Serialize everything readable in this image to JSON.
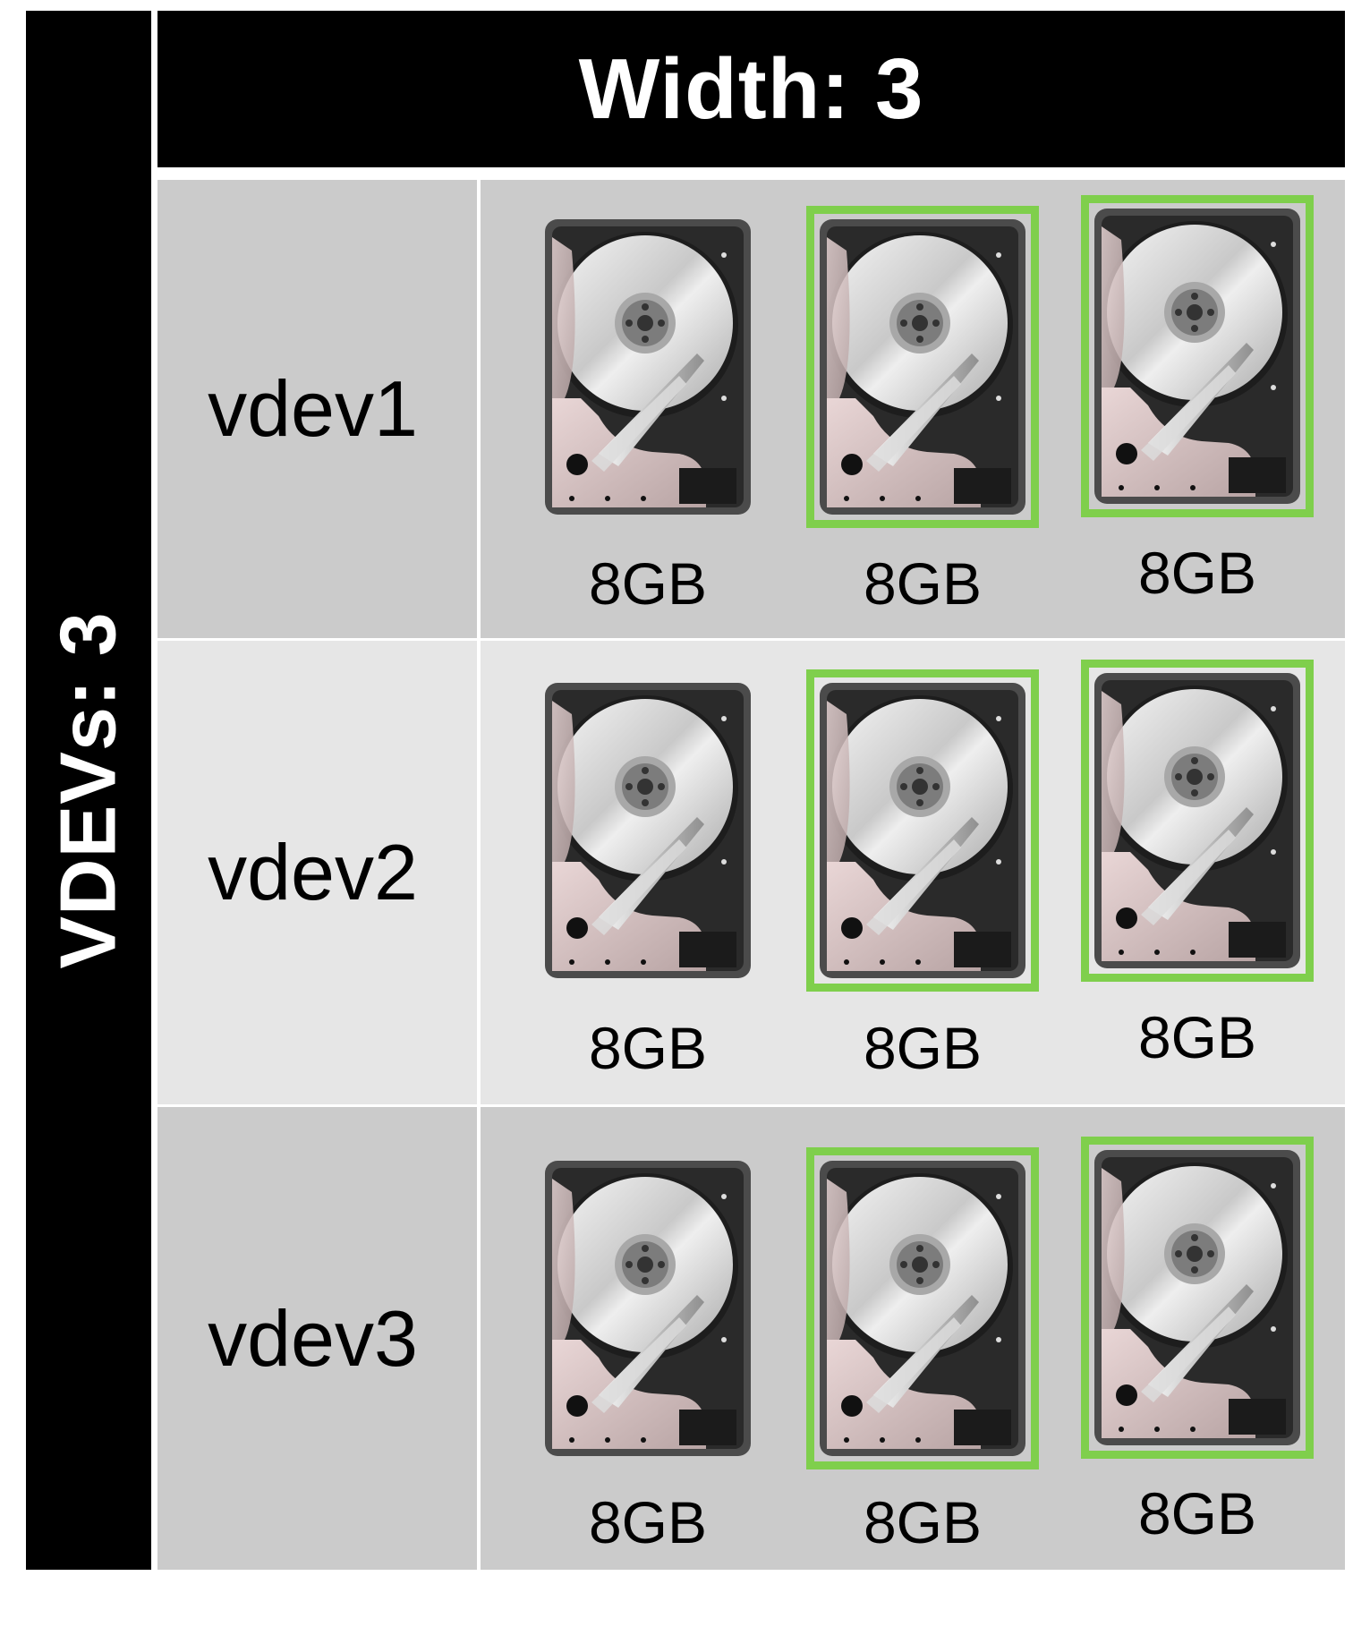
{
  "header": {
    "width_label": "Width: 3"
  },
  "side": {
    "vdevs_label": "VDEVs: 3"
  },
  "rows": [
    {
      "label": "vdev1",
      "disks": [
        {
          "size": "8GB",
          "highlighted": false
        },
        {
          "size": "8GB",
          "highlighted": true
        },
        {
          "size": "8GB",
          "highlighted": true
        }
      ]
    },
    {
      "label": "vdev2",
      "disks": [
        {
          "size": "8GB",
          "highlighted": false
        },
        {
          "size": "8GB",
          "highlighted": true
        },
        {
          "size": "8GB",
          "highlighted": true
        }
      ]
    },
    {
      "label": "vdev3",
      "disks": [
        {
          "size": "8GB",
          "highlighted": false
        },
        {
          "size": "8GB",
          "highlighted": true
        },
        {
          "size": "8GB",
          "highlighted": true
        }
      ]
    }
  ],
  "colors": {
    "highlight": "#7fcf4c",
    "row_dark": "#cbcbcb",
    "row_light": "#e6e6e6"
  },
  "icons": {
    "disk": "hard-drive-icon"
  }
}
